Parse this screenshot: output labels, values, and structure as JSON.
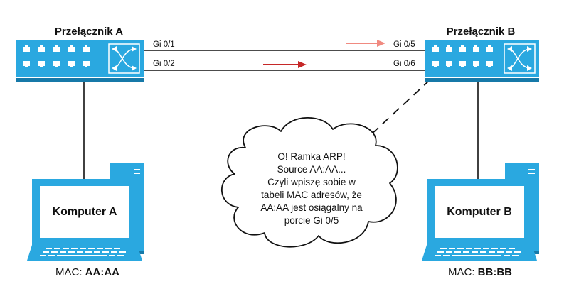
{
  "colors": {
    "device_blue": "#2aa8e0",
    "device_dark": "#1679a8",
    "arrow_light": "#f08a80",
    "arrow_dark": "#c62828",
    "line": "#111111"
  },
  "switch_a": {
    "title": "Przełącznik A",
    "ports": [
      "Gi 0/1",
      "Gi 0/2"
    ]
  },
  "switch_b": {
    "title": "Przełącznik B",
    "ports": [
      "Gi 0/5",
      "Gi 0/6"
    ]
  },
  "computer_a": {
    "label": "Komputer A",
    "mac_prefix": "MAC: ",
    "mac_value": "AA:AA"
  },
  "computer_b": {
    "label": "Komputer B",
    "mac_prefix": "MAC: ",
    "mac_value": "BB:BB"
  },
  "cloud": {
    "lines": [
      "O! Ramka ARP!",
      "Source AA:AA...",
      "Czyli wpiszę sobie w",
      "tabeli MAC adresów, że",
      "AA:AA jest osiągalny na",
      "porcie Gi 0/5"
    ]
  },
  "icons": [
    "switch-icon",
    "computer-icon",
    "arrow-icon",
    "thought-cloud-icon"
  ]
}
